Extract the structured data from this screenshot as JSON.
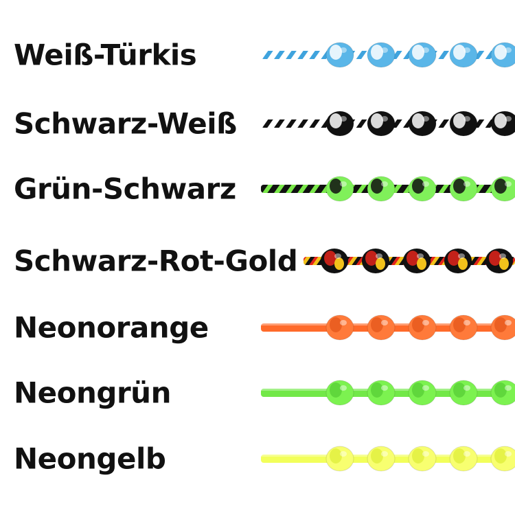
{
  "laces": [
    {
      "label": "Weiß-Türkis",
      "pattern": "stripe",
      "color_a": "#3fa3dd",
      "color_b": "#ffffff",
      "knot_a": "#5ab6e8",
      "knot_b": "#ffffff"
    },
    {
      "label": "Schwarz-Weiß",
      "pattern": "stripe",
      "color_a": "#111111",
      "color_b": "#ffffff",
      "knot_a": "#111111",
      "knot_b": "#ffffff"
    },
    {
      "label": "Grün-Schwarz",
      "pattern": "stripe",
      "color_a": "#7ae84a",
      "color_b": "#111111",
      "knot_a": "#80f05a",
      "knot_b": "#111111"
    },
    {
      "label": "Schwarz-Rot-Gold",
      "pattern": "tricolor",
      "color_a": "#111111",
      "color_b": "#e3241b",
      "color_c": "#f2c21b",
      "knot_a": "#111111",
      "knot_b": "#e3241b",
      "knot_c": "#f2c21b"
    },
    {
      "label": "Neonorange",
      "pattern": "solid",
      "color_a": "#ff6a2a",
      "knot_a": "#ff7a3a",
      "knot_b": "#e85a1e"
    },
    {
      "label": "Neongrün",
      "pattern": "solid",
      "color_a": "#72e848",
      "knot_a": "#7cf250",
      "knot_b": "#5cd238"
    },
    {
      "label": "Neongelb",
      "pattern": "solid",
      "color_a": "#f2ff5a",
      "knot_a": "#f8ff70",
      "knot_b": "#e2f040"
    }
  ]
}
